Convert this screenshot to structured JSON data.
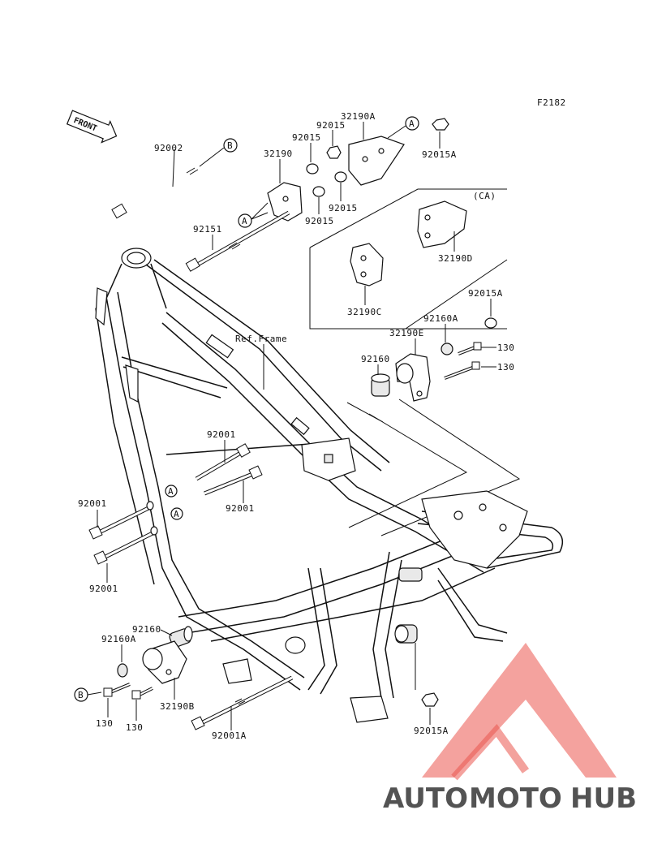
{
  "figure_code": "F2182",
  "front_label": "FRONT",
  "ca_label": "(CA)",
  "ref_frame": "Ref.Frame",
  "markers": {
    "a": "A",
    "b": "B"
  },
  "labels": {
    "l92002": "92002",
    "l32190A": "32190A",
    "l92015_top": "92015",
    "l92015A_top": "92015A",
    "l32190": "32190",
    "l92015_right": "92015",
    "l92015_left": "92015",
    "l92151": "92151",
    "l32190D": "32190D",
    "l32190C": "32190C",
    "l92015A_mid": "92015A",
    "l92160A_mid": "92160A",
    "l32190E": "32190E",
    "l92160_mid": "92160",
    "l130_a": "130",
    "l130_b": "130",
    "l92001_a": "92001",
    "l92001_b": "92001",
    "l92001_c": "92001",
    "l92001_d": "92001",
    "l92160_low": "92160",
    "l92160A_low": "92160A",
    "l32190B": "32190B",
    "l130_c": "130",
    "l130_d": "130",
    "l92001A": "92001A",
    "l92015A_low": "92015A"
  },
  "watermark": {
    "part1": "AUTO",
    "part2": "MOTO",
    "part3": "HUB"
  },
  "colors": {
    "line": "#111111",
    "watermark_red": "#e8443a",
    "watermark_orange": "#f2a23a",
    "watermark_gray": "#8c8c8c"
  }
}
